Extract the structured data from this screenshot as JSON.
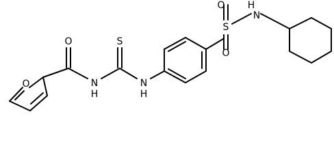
{
  "colors": {
    "bond": "#000000",
    "label": "#000000",
    "background": "#ffffff"
  },
  "atoms": {
    "furan_O": "O",
    "carbonyl_O": "O",
    "amide_N": "N",
    "amide_H": "H",
    "thio_S": "S",
    "thio_N": "N",
    "thio_H": "H",
    "sulfonyl_S": "S",
    "sulfonyl_O_top": "O",
    "sulfonyl_O_bottom": "O",
    "sulfonamide_N": "N",
    "sulfonamide_H": "H"
  }
}
